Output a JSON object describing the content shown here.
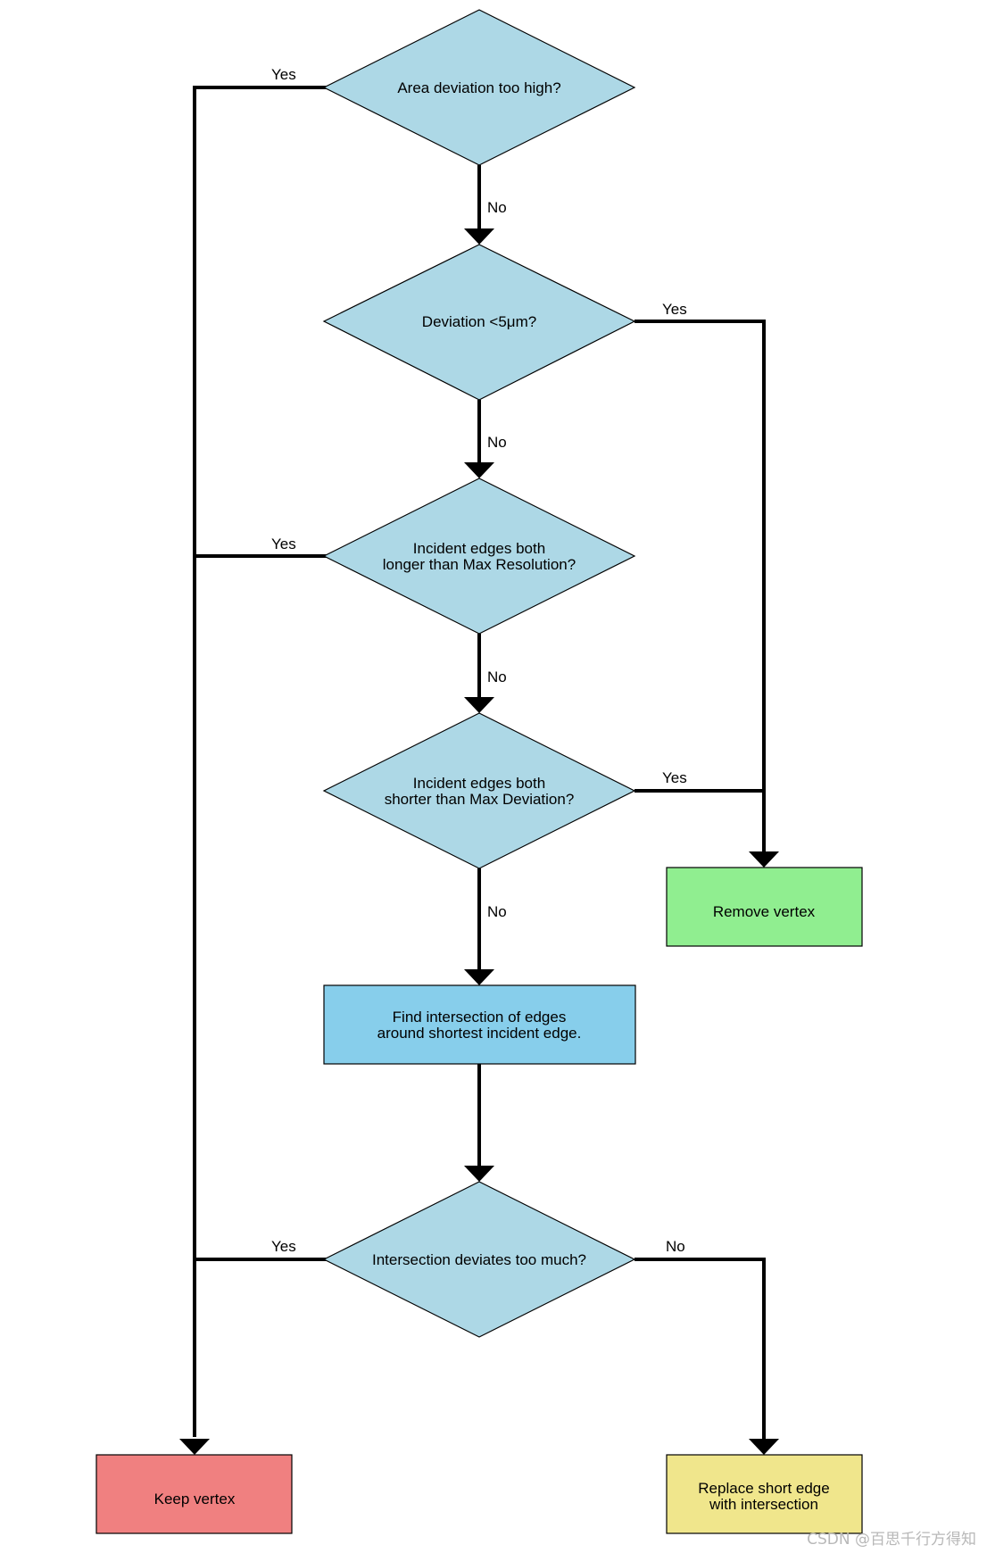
{
  "nodes": {
    "area_deviation": {
      "lines": [
        "Area deviation too high?"
      ],
      "fill": "#add8e6"
    },
    "deviation_5um": {
      "lines": [
        "Deviation <5μm?"
      ],
      "fill": "#add8e6"
    },
    "incident_longer": {
      "lines": [
        "Incident edges both",
        "longer than Max Resolution?"
      ],
      "fill": "#add8e6"
    },
    "incident_shorter": {
      "lines": [
        "Incident edges both",
        "shorter than Max Deviation?"
      ],
      "fill": "#add8e6"
    },
    "find_intersection": {
      "lines": [
        "Find intersection of edges",
        "around shortest incident edge."
      ],
      "fill": "#87ceeb"
    },
    "intersection_deviates": {
      "lines": [
        "Intersection deviates too much?"
      ],
      "fill": "#add8e6"
    },
    "remove_vertex": {
      "lines": [
        "Remove vertex"
      ],
      "fill": "#90ee90"
    },
    "keep_vertex": {
      "lines": [
        "Keep vertex"
      ],
      "fill": "#f08080"
    },
    "replace_edge": {
      "lines": [
        "Replace short edge",
        "with intersection"
      ],
      "fill": "#f0e68c"
    }
  },
  "edge_labels": {
    "yes": "Yes",
    "no": "No"
  },
  "watermark": "CSDN @百思千行方得知"
}
